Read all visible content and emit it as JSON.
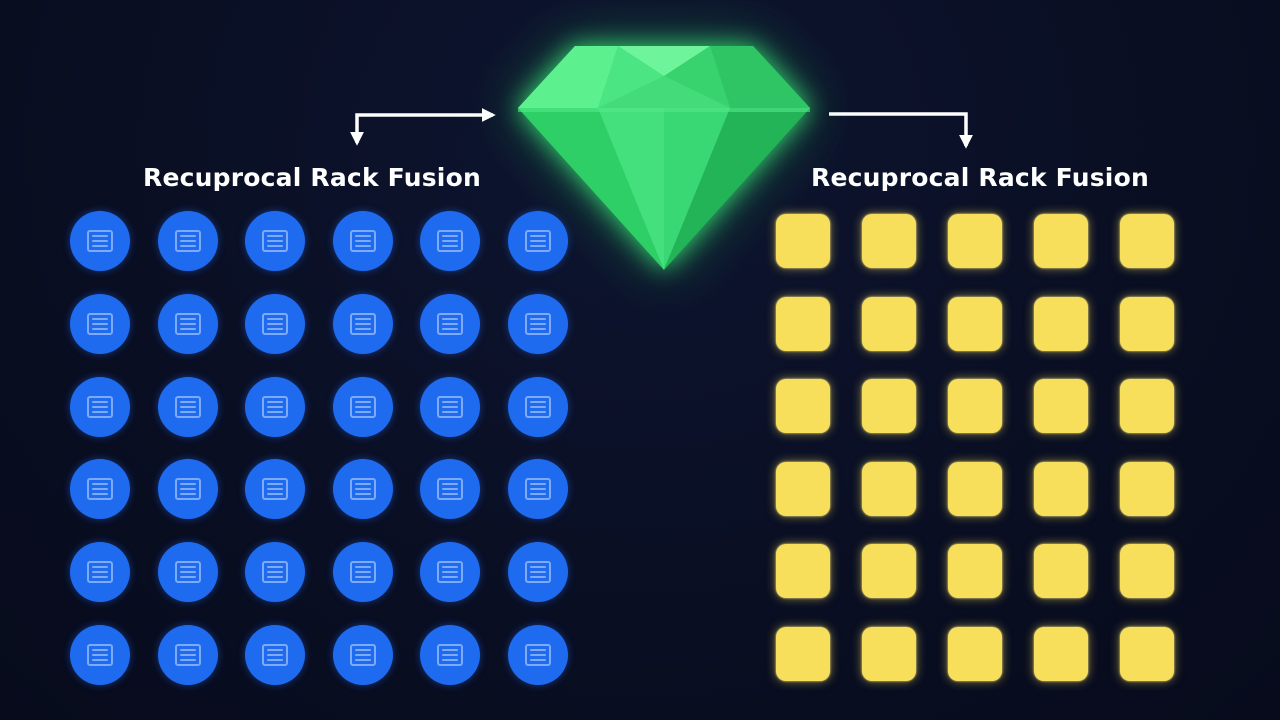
{
  "labels": {
    "left": "Recuprocal Rack Fusion",
    "right": "Recuprocal Rack Fusion"
  },
  "center": {
    "icon": "diamond-gem",
    "color": "#3ddc72"
  },
  "left_group": {
    "node_shape": "circle",
    "node_icon": "list-icon",
    "color": "#1f6bf0",
    "rows": 6,
    "cols": 6
  },
  "right_group": {
    "node_shape": "rounded-square",
    "color": "#f7df5c",
    "rows": 6,
    "cols": 5
  },
  "colors": {
    "background": "#090e22",
    "arrows": "#ffffff",
    "text": "#ffffff"
  }
}
